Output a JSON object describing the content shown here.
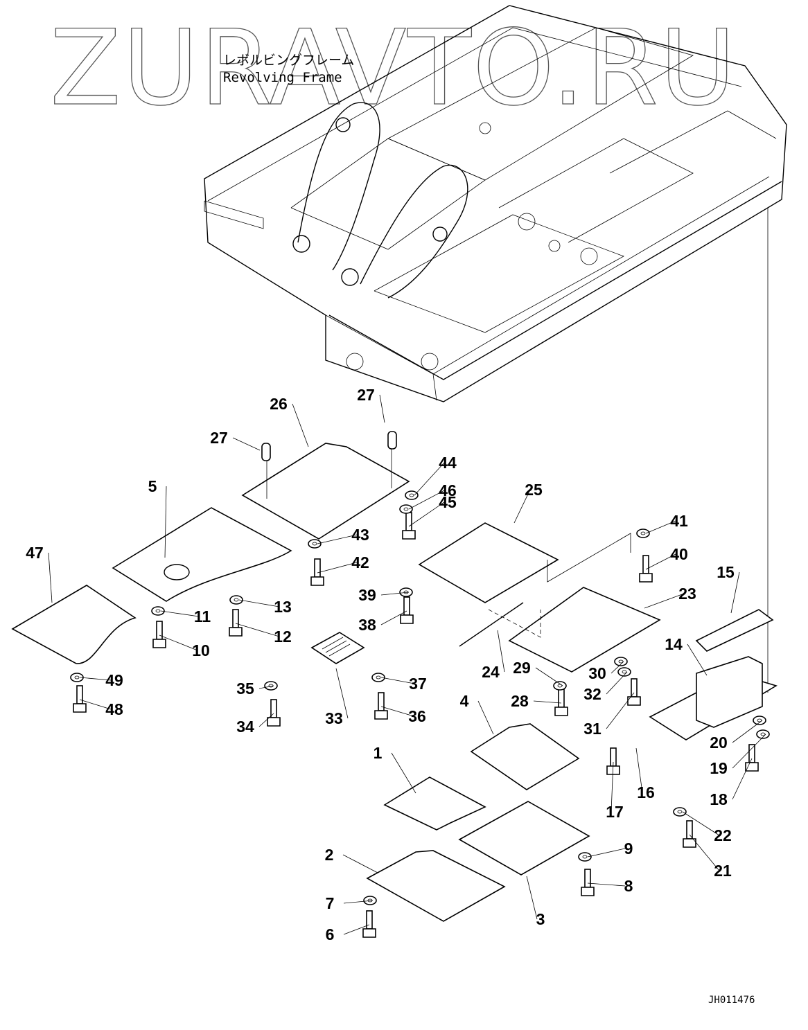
{
  "watermark": "ZURAVTO.RU",
  "assembly_title": {
    "japanese": "レボルビングフレーム",
    "english": "Revolving Frame"
  },
  "drawing_code": "JH011476",
  "callouts": [
    {
      "id": "1",
      "part": "cover"
    },
    {
      "id": "2",
      "part": "cover plate"
    },
    {
      "id": "3",
      "part": "cover plate"
    },
    {
      "id": "4",
      "part": "cover"
    },
    {
      "id": "5",
      "part": "cover plate"
    },
    {
      "id": "6",
      "part": "bolt"
    },
    {
      "id": "7",
      "part": "washer"
    },
    {
      "id": "8",
      "part": "bolt"
    },
    {
      "id": "9",
      "part": "washer"
    },
    {
      "id": "10",
      "part": "bolt"
    },
    {
      "id": "11",
      "part": "washer"
    },
    {
      "id": "12",
      "part": "bolt"
    },
    {
      "id": "13",
      "part": "washer"
    },
    {
      "id": "14",
      "part": "box bracket"
    },
    {
      "id": "15",
      "part": "lid"
    },
    {
      "id": "16",
      "part": "clip"
    },
    {
      "id": "17",
      "part": "bolt"
    },
    {
      "id": "18",
      "part": "bolt"
    },
    {
      "id": "19",
      "part": "washer"
    },
    {
      "id": "20",
      "part": "washer"
    },
    {
      "id": "21",
      "part": "bolt"
    },
    {
      "id": "22",
      "part": "washer"
    },
    {
      "id": "23",
      "part": "cover plate"
    },
    {
      "id": "24",
      "part": "seal strip"
    },
    {
      "id": "25",
      "part": "cover plate"
    },
    {
      "id": "26",
      "part": "cover plate"
    },
    {
      "id": "27",
      "part": "pin"
    },
    {
      "id": "28",
      "part": "bolt"
    },
    {
      "id": "29",
      "part": "washer"
    },
    {
      "id": "30",
      "part": "washer"
    },
    {
      "id": "31",
      "part": "bolt"
    },
    {
      "id": "32",
      "part": "washer"
    },
    {
      "id": "33",
      "part": "grille cover"
    },
    {
      "id": "34",
      "part": "bolt"
    },
    {
      "id": "35",
      "part": "washer"
    },
    {
      "id": "36",
      "part": "bolt"
    },
    {
      "id": "37",
      "part": "washer"
    },
    {
      "id": "38",
      "part": "bolt"
    },
    {
      "id": "39",
      "part": "washer"
    },
    {
      "id": "40",
      "part": "bolt"
    },
    {
      "id": "41",
      "part": "washer"
    },
    {
      "id": "42",
      "part": "bolt"
    },
    {
      "id": "43",
      "part": "washer"
    },
    {
      "id": "44",
      "part": "washer"
    },
    {
      "id": "45",
      "part": "bolt"
    },
    {
      "id": "46",
      "part": "washer"
    },
    {
      "id": "47",
      "part": "cover plate"
    },
    {
      "id": "48",
      "part": "bolt"
    },
    {
      "id": "49",
      "part": "washer"
    }
  ]
}
